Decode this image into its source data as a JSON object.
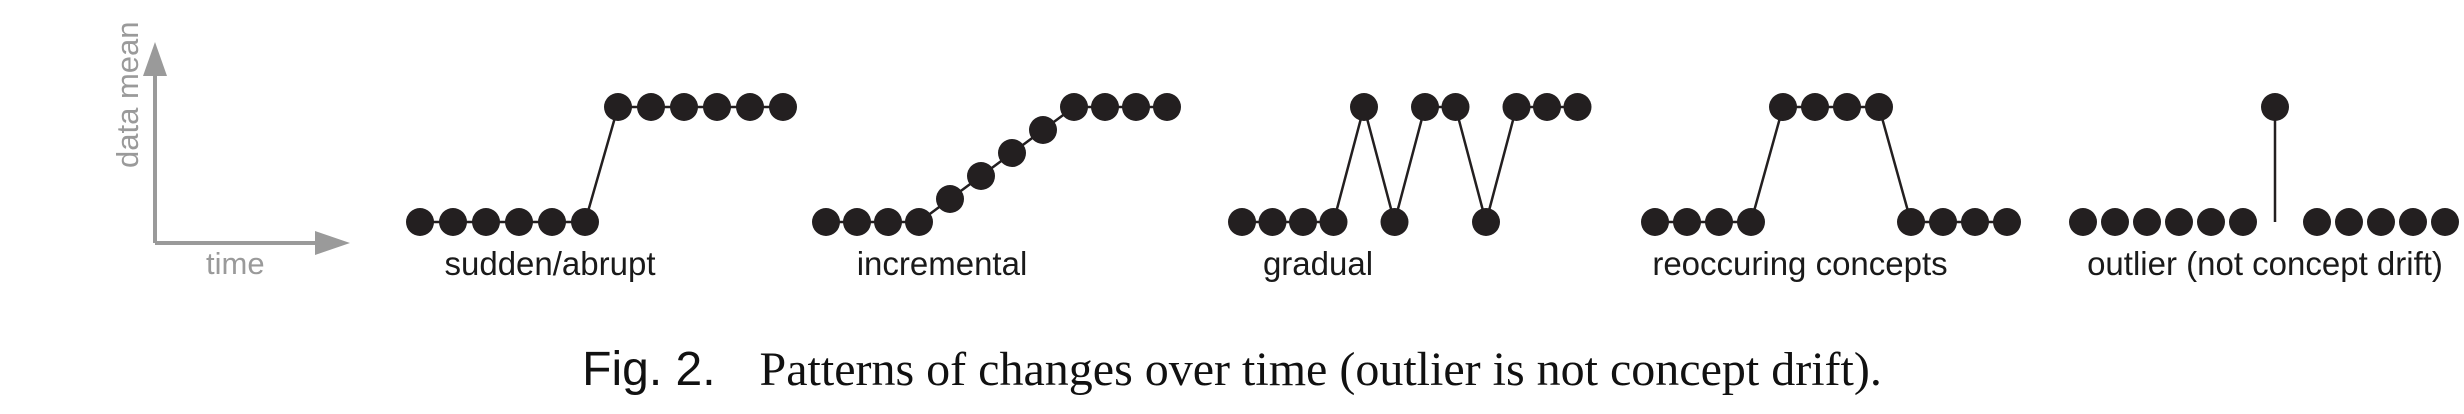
{
  "axes": {
    "y_label": "data mean",
    "x_label": "time",
    "color": "#9a9a9a"
  },
  "dot_color": "#231f20",
  "patterns": [
    {
      "id": "sudden",
      "label": "sudden/abrupt",
      "points": [
        0,
        0,
        0,
        0,
        0,
        0,
        1,
        1,
        1,
        1,
        1,
        1
      ]
    },
    {
      "id": "incremental",
      "label": "incremental",
      "points": [
        0,
        0,
        0,
        0,
        0.2,
        0.4,
        0.6,
        0.8,
        1,
        1,
        1,
        1
      ]
    },
    {
      "id": "gradual",
      "label": "gradual",
      "points": [
        0,
        0,
        0,
        0,
        1,
        0,
        1,
        1,
        0,
        1,
        1,
        1
      ]
    },
    {
      "id": "reoccuring",
      "label": "reoccuring concepts",
      "points": [
        0,
        0,
        0,
        0,
        1,
        1,
        1,
        1,
        0,
        0,
        0,
        0
      ]
    },
    {
      "id": "outlier",
      "label": "outlier (not concept drift)",
      "points": [
        0,
        0,
        0,
        0,
        0,
        0,
        1,
        0,
        0,
        0,
        0,
        0
      ]
    }
  ],
  "caption": {
    "fig": "Fig. 2.",
    "text": "Patterns of changes over time (outlier is not concept drift)."
  }
}
